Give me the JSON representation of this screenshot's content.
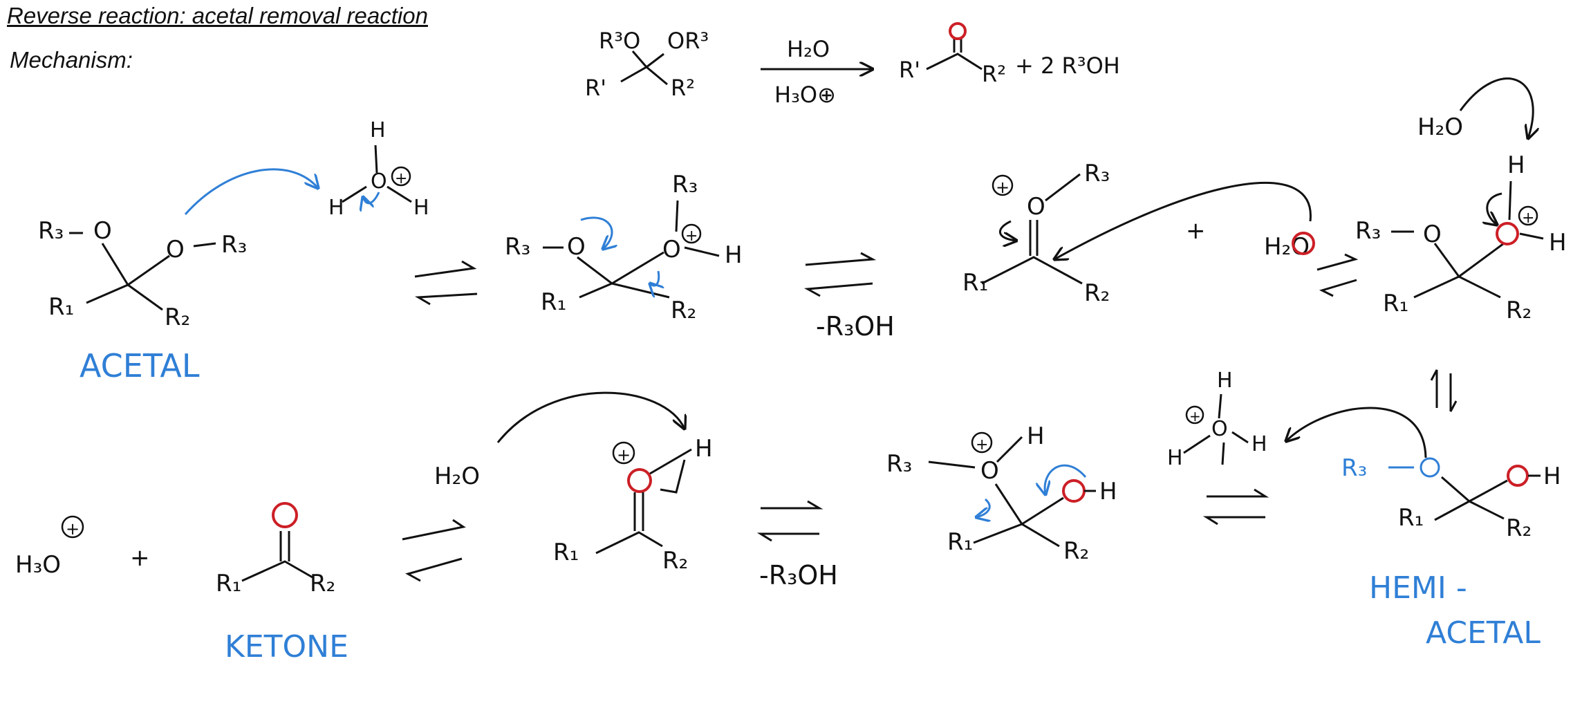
{
  "title": "Reverse reaction: acetal removal reaction",
  "subtitle": "Mechanism:",
  "colors": {
    "ink": "#111111",
    "blue": "#2f7fd6",
    "red": "#cc1f26"
  },
  "overall": {
    "r3o": "R³O",
    "or3": "OR³",
    "r1": "R'",
    "r2": "R²",
    "reagent_top": "H₂O",
    "reagent_bottom": "H₃O⊕",
    "product_r1": "R'",
    "product_o": "O",
    "product_r2": "R²",
    "product_plus": "+ 2 R³OH"
  },
  "labels": {
    "acetal": "ACETAL",
    "ketone": "KETONE",
    "hemi": "HEMI -",
    "acetal2": "ACETAL"
  },
  "byproducts": {
    "first": "-R₃OH",
    "second": "-R₃OH"
  },
  "atoms": {
    "R1": "R₁",
    "R2": "R₂",
    "R3": "R₃",
    "O": "O",
    "H": "H",
    "H2O": "H₂O",
    "H3O": "H₃O",
    "plus": "⊕",
    "x": "+"
  }
}
